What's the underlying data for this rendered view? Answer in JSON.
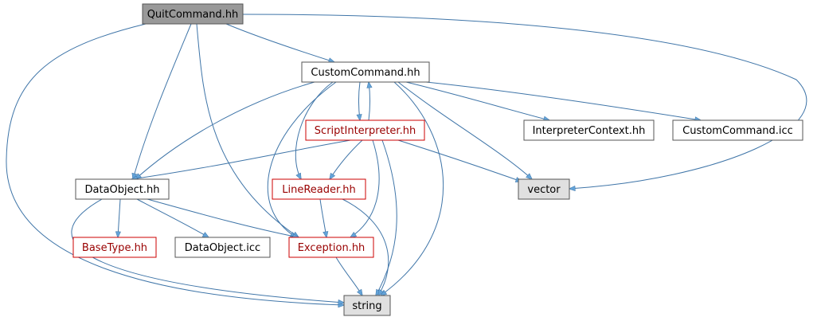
{
  "colors": {
    "edge": "#3f75a8",
    "arrow": "#63a3d8",
    "root_fill": "#999999",
    "external_fill": "#e0e0e0",
    "default_border": "#555555",
    "incomplete_border": "#cc0000",
    "incomplete_text": "#990000"
  },
  "nodes": [
    {
      "id": "quitcommand",
      "label": "QuitCommand.hh",
      "style": "root"
    },
    {
      "id": "customcommand",
      "label": "CustomCommand.hh",
      "style": "normal"
    },
    {
      "id": "scriptinterpreter",
      "label": "ScriptInterpreter.hh",
      "style": "incomplete"
    },
    {
      "id": "interpretercontext",
      "label": "InterpreterContext.hh",
      "style": "normal"
    },
    {
      "id": "customcommandicc",
      "label": "CustomCommand.icc",
      "style": "normal"
    },
    {
      "id": "dataobject",
      "label": "DataObject.hh",
      "style": "normal"
    },
    {
      "id": "linereader",
      "label": "LineReader.hh",
      "style": "incomplete"
    },
    {
      "id": "vector",
      "label": "vector",
      "style": "external"
    },
    {
      "id": "basetype",
      "label": "BaseType.hh",
      "style": "incomplete"
    },
    {
      "id": "dataobjecticc",
      "label": "DataObject.icc",
      "style": "normal"
    },
    {
      "id": "exception",
      "label": "Exception.hh",
      "style": "incomplete"
    },
    {
      "id": "string",
      "label": "string",
      "style": "external"
    }
  ],
  "edges": [
    {
      "from": "quitcommand",
      "to": "customcommand"
    },
    {
      "from": "quitcommand",
      "to": "dataobject"
    },
    {
      "from": "quitcommand",
      "to": "exception"
    },
    {
      "from": "quitcommand",
      "to": "string"
    },
    {
      "from": "quitcommand",
      "to": "vector"
    },
    {
      "from": "customcommand",
      "to": "scriptinterpreter"
    },
    {
      "from": "customcommand",
      "to": "interpretercontext"
    },
    {
      "from": "customcommand",
      "to": "customcommandicc"
    },
    {
      "from": "customcommand",
      "to": "dataobject"
    },
    {
      "from": "customcommand",
      "to": "linereader"
    },
    {
      "from": "customcommand",
      "to": "exception"
    },
    {
      "from": "customcommand",
      "to": "vector"
    },
    {
      "from": "customcommand",
      "to": "string"
    },
    {
      "from": "scriptinterpreter",
      "to": "customcommand"
    },
    {
      "from": "scriptinterpreter",
      "to": "dataobject"
    },
    {
      "from": "scriptinterpreter",
      "to": "linereader"
    },
    {
      "from": "scriptinterpreter",
      "to": "exception"
    },
    {
      "from": "scriptinterpreter",
      "to": "vector"
    },
    {
      "from": "scriptinterpreter",
      "to": "string"
    },
    {
      "from": "dataobject",
      "to": "basetype"
    },
    {
      "from": "dataobject",
      "to": "dataobjecticc"
    },
    {
      "from": "dataobject",
      "to": "exception"
    },
    {
      "from": "dataobject",
      "to": "string"
    },
    {
      "from": "linereader",
      "to": "exception"
    },
    {
      "from": "linereader",
      "to": "string"
    },
    {
      "from": "exception",
      "to": "string"
    }
  ]
}
